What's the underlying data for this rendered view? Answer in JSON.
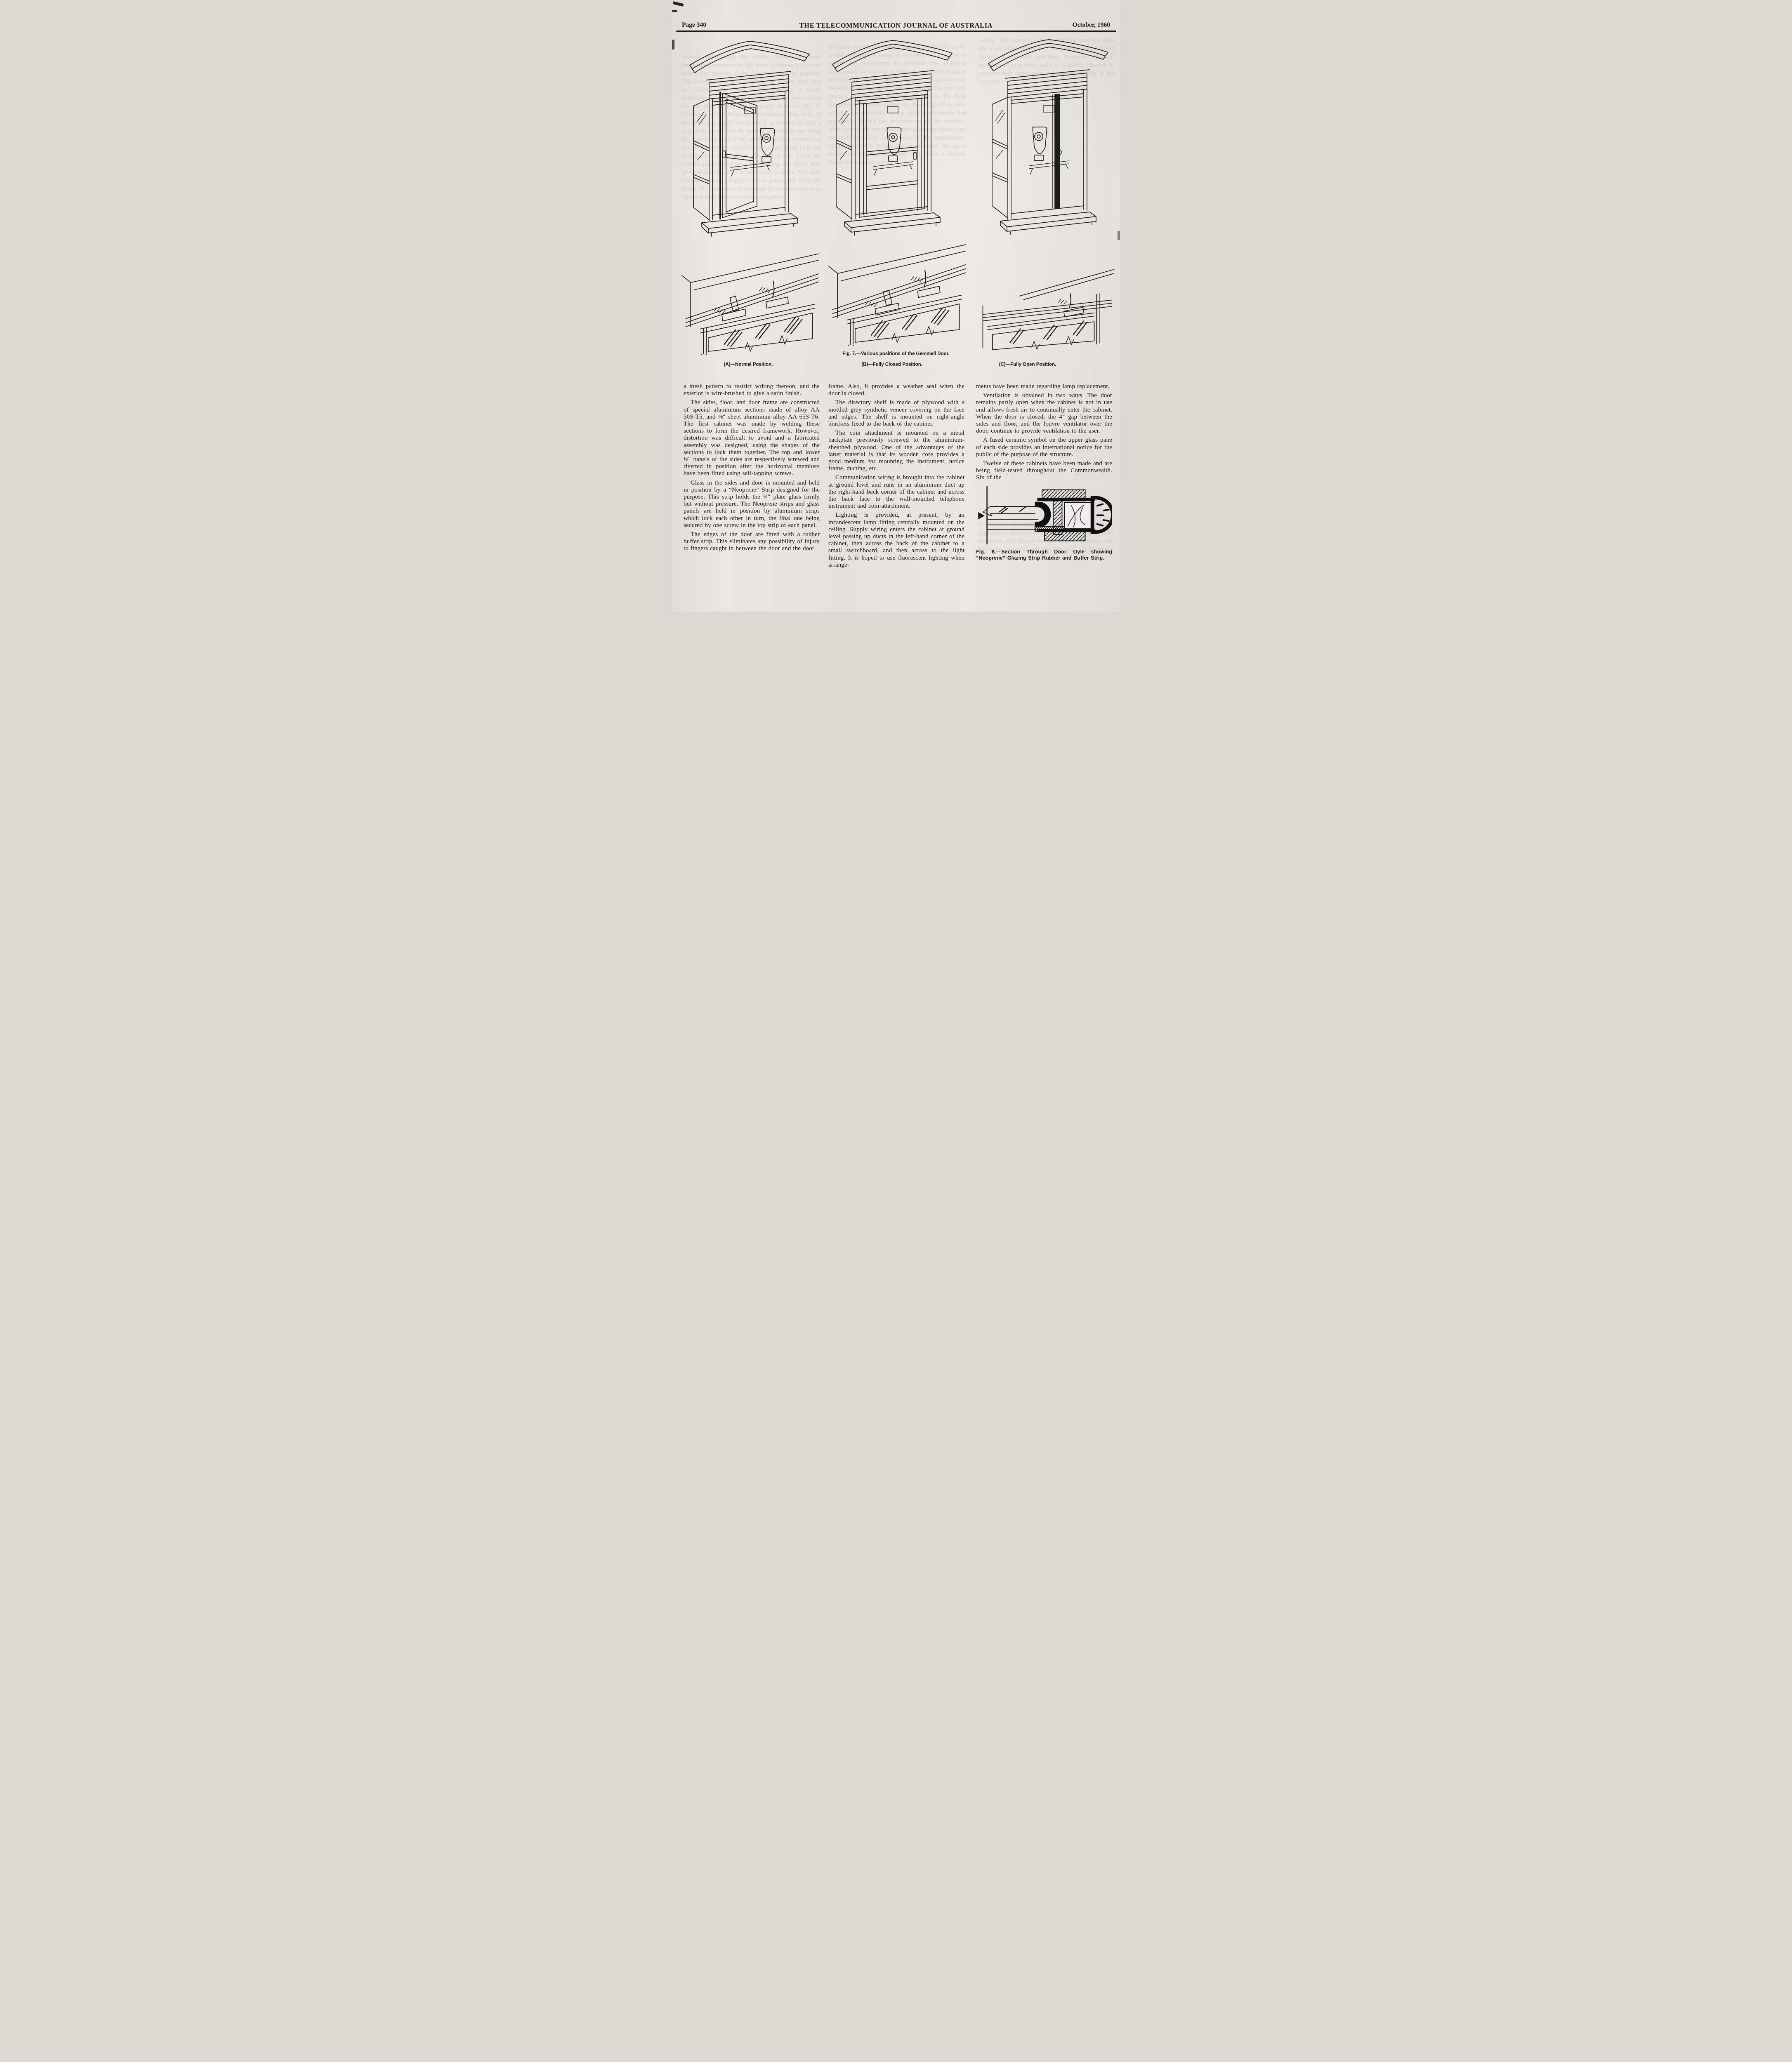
{
  "header": {
    "page_label": "Page 340",
    "title": "THE TELECOMMUNICATION JOURNAL OF AUSTRALIA",
    "date": "October, 1960"
  },
  "figure7": {
    "caption": "Fig. 7.—Various positions of the Gemmell Door.",
    "subcaptions": [
      "(A)—Normal Position.",
      "(B)—Fully Closed Position.",
      "(C)—Fully Open Position."
    ]
  },
  "figure8": {
    "caption": "Fig. 8.—Section Through Door style showing “Neoprene” Glazing Strip Rubber and Buffer Strip."
  },
  "columns": {
    "left": [
      "a mesh pattern to restrict writing thereon, and the exterior is wire-brushed to give a satin finish.",
      "The sides, floor, and door frame are constructed of special aluminium sections made of alloy AA 50S-T5, and ⅛″ sheet aluminium alloy AA 65S-T6. The first cabinet was made by welding these sections to form the desired framework. However, distortion was difficult to avoid and a fabricated assembly was designed, using the shapes of the sections to lock them together. The top and lower ⅛″ panels of the sides are respectively screwed and rivetted in position after the horizontal members have been fitted using self-tapping screws.",
      "Glass in the sides and door is mounted and held in position by a “Neoprene” Strip designed for the purpose. This strip holds the ¼″ plate glass firmly but without pressure. The Neoprene strips and glass panels are held in position by aluminium strips which lock each other in turn, the final one being secured by one screw in the top strip of each panel.",
      "The edges of the door are fitted with a rubber buffer strip. This eliminates any possibility of injury to fingers caught in between the door and the door"
    ],
    "middle": [
      "frame. Also, it provides a weather seal when the door is closed.",
      "The directory shelf is made of plywood with a mottled grey synthetic veneer covering on the face and edges. The shelf is mounted on right-angle brackets fixed to the back of the cabinet.",
      "The coin attachment is mounted on a metal backplate previously screwed to the aluminium-sheathed plywood. One of the advantages of the latter material is that its wooden core provides a good medium for mounting the instrument, notice frame, ducting, etc.",
      "Communication wiring is brought into the cabinet at ground level and runs in an aluminium duct up the right-hand back corner of the cabinet and across the back face to the wall-mounted telephone instrument and coin-attachment.",
      "Lighting is provided, at present, by an incandescent lamp fitting centrally mounted on the ceiling. Supply wiring enters the cabinet at ground level passing up ducts in the left-hand corner of the cabinet, then across the back of the cabinet to a small switchboard, and then across to the light fitting. It is hoped to use fluorescent lighting when arrange-"
    ],
    "right": [
      "ments have been made regarding lamp replacement.",
      "Ventilation is obtained in two ways. The door remains partly open when the cabinet is not in use and allows fresh air to continually enter the cabinet. When the door is closed, the 4″ gap between the sides and floor, and the louvre ventilator over the door, continue to provide ventilation to the user.",
      "A fused ceramic symbol on the upper glass pane of each side provides an international notice for the public of the purpose of the structure.",
      "Twelve of these cabinets have been made and are being field-tested throughout the Commonwealth. Six of the"
    ]
  },
  "bleedthrough": {
    "left": "without dismantling the cabinet, where the same procedure is required for the door. However, it is worth noting the question of the door in its normal position. This feature has been retained on the pivoted door after the folding action had been questioned. A major contribution was made to the design of the new cabinet by the development of a special door by Mr. C. Gemmell, of the Melbourne Workshops. The body of the door is a single panel which is pivoted in such a way as to move, with its leading edge inside and along the right-hand wall of the cabinet. The door is stabilised and its movement controlled by an arm fixed to it and sliding in a track above the door frame. From the various positions of the door opening, the upper door pivot returns the door to its normal position. The door may be opened completely by a gentle pull from the inside. No lubrication is required for the mechanism as Nylon is used for the bearings and glides.",
    "middle": "(v) Easy accessories being cleaned. (vi) Ability to be readily obtained. A range of sketches was prepared to enable the department to evaluate this technical information in relation to both the desirable features previously listed and aesthetic, vandal-proof, installation and economic considerations. The previous practice of allowing departmental bias in the final submission depended largely on the design of the new cabinet; the remainder of the main requirements had previously limited the procurement of the cabinets. After survey, the serviceable materials were chosen and the material which fulfils most of the requirements blends well with present-day architecture, has good weathering characteristics and will retain a durable finish at reasonable cost.",
    "right_top": "ceiling. The louvre has been provided over the door and glass panes admitted to the cabinet, giving added strength to the sides and door. However, it is still necessary to paint these surfaces at regular intervals to preserve their appearance and ensure long life to the structure.",
    "right_bottom": "(iv) Readily discernible to the public. (v) Aesthetic in appearance, proportions as viewed from any of three directions. (ii) Design to suit shaded locations. (iii) Provision for ready and easy erection. (v) Protection of equipment."
  }
}
